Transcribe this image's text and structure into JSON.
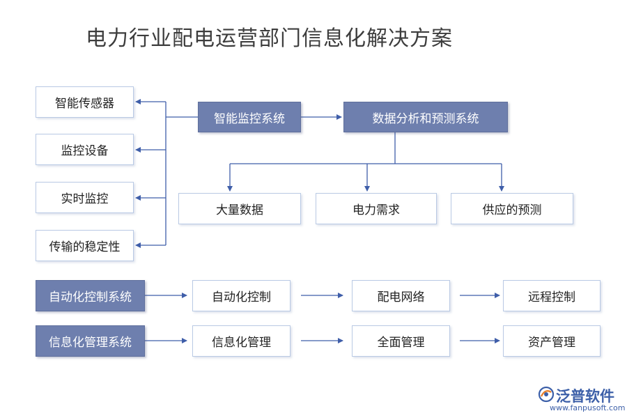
{
  "title": "电力行业配电运营部门信息化解决方案",
  "monitoring_system": {
    "label": "智能监控系统",
    "items": [
      "智能传感器",
      "监控设备",
      "实时监控",
      "传输的稳定性"
    ]
  },
  "analysis_system": {
    "label": "数据分析和预测系统",
    "items": [
      "大量数据",
      "电力需求",
      "供应的预测"
    ]
  },
  "automation_system": {
    "label": "自动化控制系统",
    "items": [
      "自动化控制",
      "配电网络",
      "远程控制"
    ]
  },
  "management_system": {
    "label": "信息化管理系统",
    "items": [
      "信息化管理",
      "全面管理",
      "资产管理"
    ]
  },
  "logo": {
    "name": "泛普软件",
    "url": "www.fanpusoft.com"
  },
  "colors": {
    "accent": "#6e7fae",
    "connector": "#3f5ea9",
    "box_border": "#b9c9e4"
  }
}
